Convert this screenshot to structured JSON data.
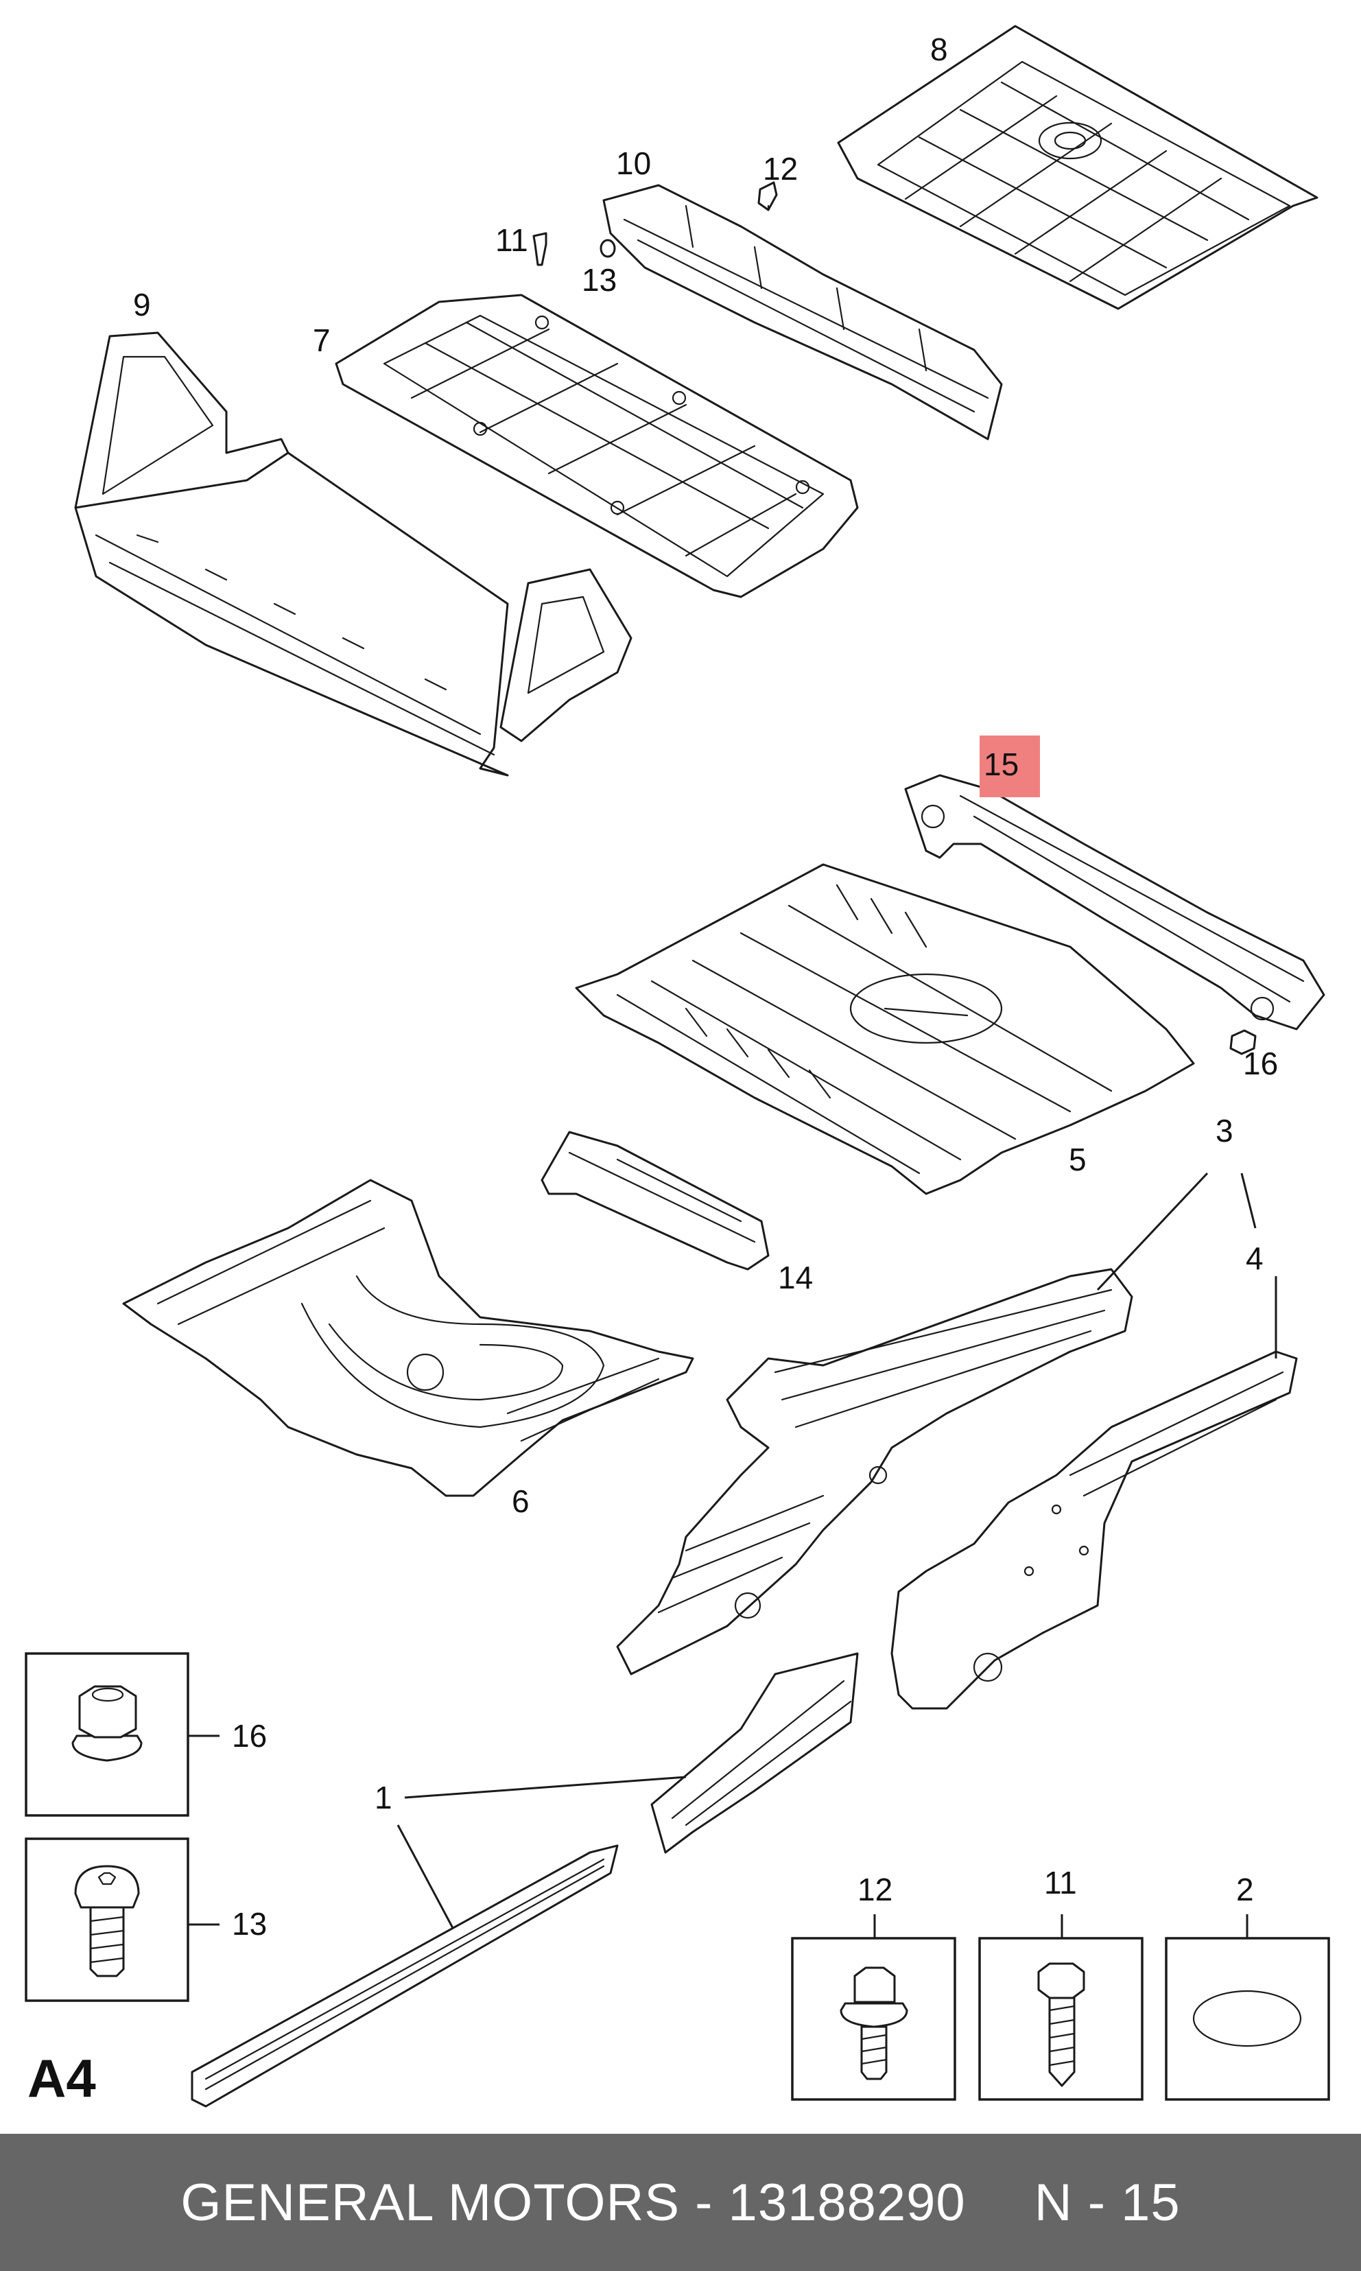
{
  "callouts": {
    "c1": "1",
    "c2": "2",
    "c3": "3",
    "c4": "4",
    "c5": "5",
    "c6": "6",
    "c7": "7",
    "c8": "8",
    "c9": "9",
    "c10": "10",
    "c11": "11",
    "c12": "12",
    "c13": "13",
    "c14": "14",
    "c15": "15",
    "c16": "16"
  },
  "detail_boxes": {
    "box16": "16",
    "box13": "13",
    "box12": "12",
    "box11": "11",
    "box2": "2"
  },
  "highlight": {
    "label": "15",
    "color": "#f08080"
  },
  "sheet_label": "A4",
  "footer": {
    "part_text": "GENERAL MOTORS - 13188290",
    "ref_text": "N - 15",
    "background": "#666666"
  }
}
